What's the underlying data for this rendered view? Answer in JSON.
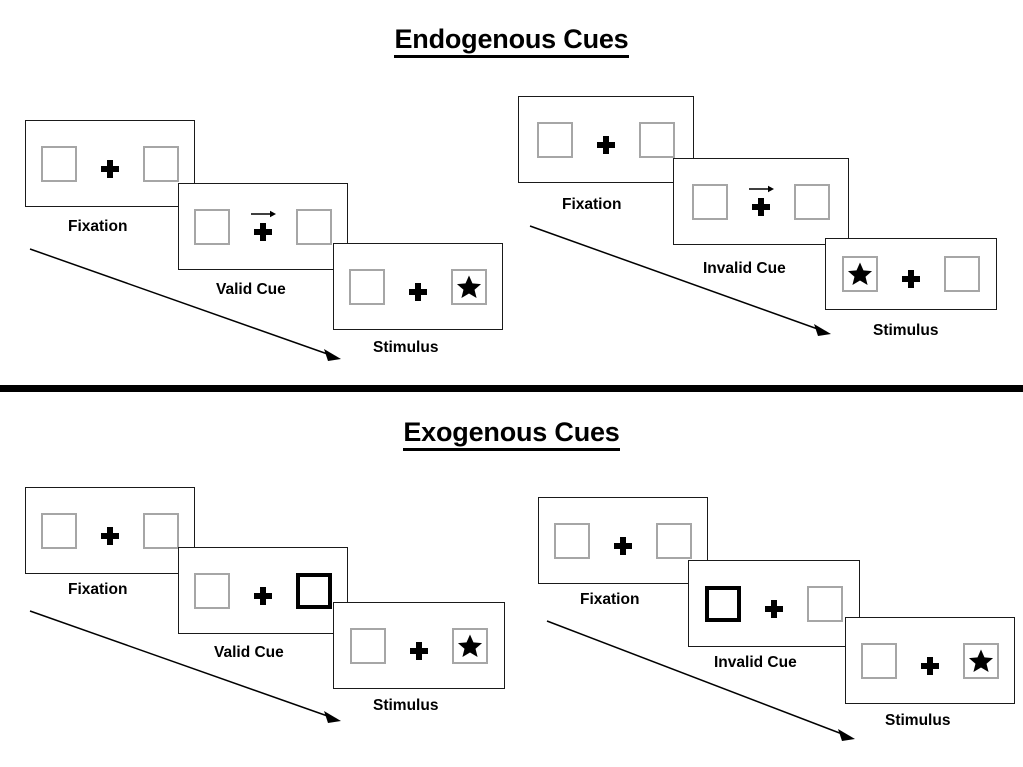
{
  "sections": [
    {
      "id": "endogenous",
      "title": "Endogenous Cues",
      "sequences": [
        {
          "id": "endogenous-valid",
          "validity": "valid",
          "panels": [
            {
              "stage": "Fixation",
              "caption": "Fixation",
              "left_box": {
                "cued": false,
                "content": "empty"
              },
              "right_box": {
                "cued": false,
                "content": "empty"
              },
              "center": {
                "fixation_cross": true,
                "arrow": "none"
              }
            },
            {
              "stage": "Cue",
              "caption": "Valid Cue",
              "left_box": {
                "cued": false,
                "content": "empty"
              },
              "right_box": {
                "cued": false,
                "content": "empty"
              },
              "center": {
                "fixation_cross": true,
                "arrow": "right"
              }
            },
            {
              "stage": "Stimulus",
              "caption": "Stimulus",
              "left_box": {
                "cued": false,
                "content": "empty"
              },
              "right_box": {
                "cued": false,
                "content": "star"
              },
              "center": {
                "fixation_cross": true,
                "arrow": "none"
              }
            }
          ]
        },
        {
          "id": "endogenous-invalid",
          "validity": "invalid",
          "panels": [
            {
              "stage": "Fixation",
              "caption": "Fixation",
              "left_box": {
                "cued": false,
                "content": "empty"
              },
              "right_box": {
                "cued": false,
                "content": "empty"
              },
              "center": {
                "fixation_cross": true,
                "arrow": "none"
              }
            },
            {
              "stage": "Cue",
              "caption": "Invalid Cue",
              "left_box": {
                "cued": false,
                "content": "empty"
              },
              "right_box": {
                "cued": false,
                "content": "empty"
              },
              "center": {
                "fixation_cross": true,
                "arrow": "right"
              }
            },
            {
              "stage": "Stimulus",
              "caption": "Stimulus",
              "left_box": {
                "cued": false,
                "content": "star"
              },
              "right_box": {
                "cued": false,
                "content": "empty"
              },
              "center": {
                "fixation_cross": true,
                "arrow": "none"
              }
            }
          ]
        }
      ]
    },
    {
      "id": "exogenous",
      "title": "Exogenous Cues",
      "sequences": [
        {
          "id": "exogenous-valid",
          "validity": "valid",
          "panels": [
            {
              "stage": "Fixation",
              "caption": "Fixation",
              "left_box": {
                "cued": false,
                "content": "empty"
              },
              "right_box": {
                "cued": false,
                "content": "empty"
              },
              "center": {
                "fixation_cross": true,
                "arrow": "none"
              }
            },
            {
              "stage": "Cue",
              "caption": "Valid Cue",
              "left_box": {
                "cued": false,
                "content": "empty"
              },
              "right_box": {
                "cued": true,
                "content": "empty"
              },
              "center": {
                "fixation_cross": true,
                "arrow": "none"
              }
            },
            {
              "stage": "Stimulus",
              "caption": "Stimulus",
              "left_box": {
                "cued": false,
                "content": "empty"
              },
              "right_box": {
                "cued": false,
                "content": "star"
              },
              "center": {
                "fixation_cross": true,
                "arrow": "none"
              }
            }
          ]
        },
        {
          "id": "exogenous-invalid",
          "validity": "invalid",
          "panels": [
            {
              "stage": "Fixation",
              "caption": "Fixation",
              "left_box": {
                "cued": false,
                "content": "empty"
              },
              "right_box": {
                "cued": false,
                "content": "empty"
              },
              "center": {
                "fixation_cross": true,
                "arrow": "none"
              }
            },
            {
              "stage": "Cue",
              "caption": "Invalid Cue",
              "left_box": {
                "cued": true,
                "content": "empty"
              },
              "right_box": {
                "cued": false,
                "content": "empty"
              },
              "center": {
                "fixation_cross": true,
                "arrow": "none"
              }
            },
            {
              "stage": "Stimulus",
              "caption": "Stimulus",
              "left_box": {
                "cued": false,
                "content": "empty"
              },
              "right_box": {
                "cued": false,
                "content": "star"
              },
              "center": {
                "fixation_cross": true,
                "arrow": "none"
              }
            }
          ]
        }
      ]
    }
  ],
  "icons": {
    "star": "star-icon",
    "fixation_cross": "fixation-cross-icon",
    "cue_arrow": "arrow-right-icon",
    "time_arrow": "time-progression-arrow-icon"
  },
  "colors": {
    "ink": "#000000",
    "frame_border": "#1a1a1a",
    "box_border": "#a6a6a6",
    "box_border_cued": "#000000",
    "background": "#ffffff"
  }
}
